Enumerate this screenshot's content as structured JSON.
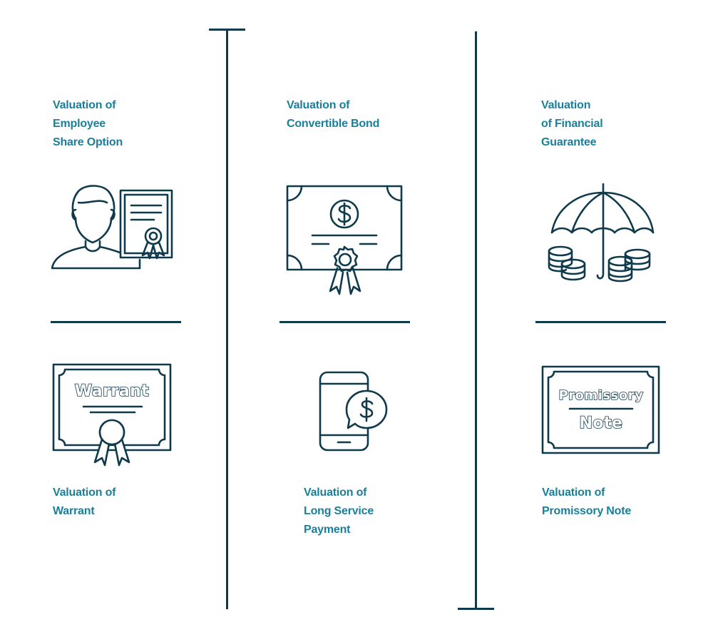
{
  "colors": {
    "accent": "#1a7f9a",
    "line": "#0e3a4c",
    "background": "#ffffff"
  },
  "cards": [
    {
      "id": "employee-share-option",
      "title_lines": [
        "Valuation of",
        "Employee",
        "Share Option"
      ],
      "icon": "person-with-certificate-icon"
    },
    {
      "id": "convertible-bond",
      "title_lines": [
        "Valuation of",
        "Convertible Bond"
      ],
      "icon": "dollar-certificate-icon"
    },
    {
      "id": "financial-guarantee",
      "title_lines": [
        "Valuation",
        "of Financial",
        "Guarantee"
      ],
      "icon": "umbrella-coins-icon"
    },
    {
      "id": "warrant",
      "title_lines": [
        "Valuation of",
        "Warrant"
      ],
      "icon": "warrant-certificate-icon",
      "icon_text": [
        "Warrant"
      ]
    },
    {
      "id": "long-service-payment",
      "title_lines": [
        "Valuation of",
        "Long Service",
        "Payment"
      ],
      "icon": "phone-dollar-icon"
    },
    {
      "id": "promissory-note",
      "title_lines": [
        "Valuation of",
        "Promissory Note"
      ],
      "icon": "promissory-note-icon",
      "icon_text": [
        "Promissory",
        "Note"
      ]
    }
  ]
}
